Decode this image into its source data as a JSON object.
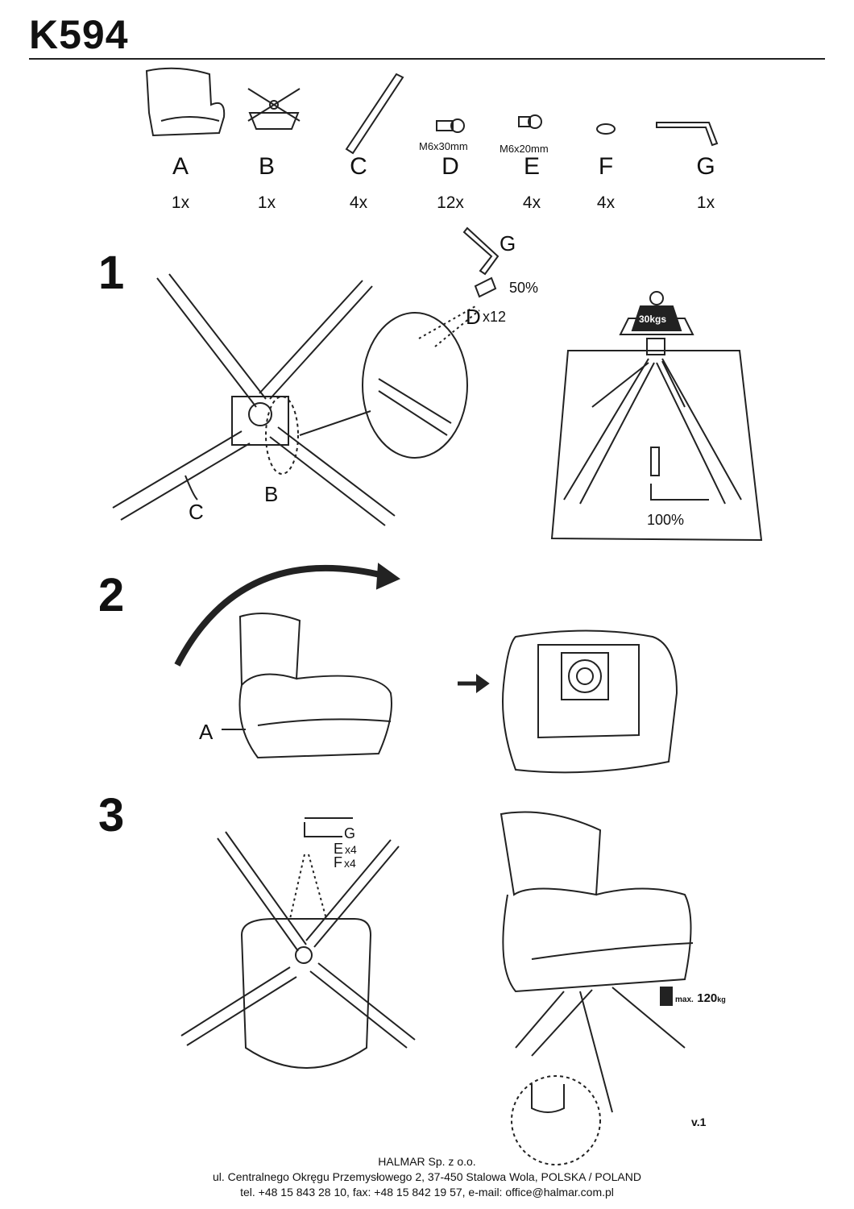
{
  "header": {
    "title": "K594"
  },
  "parts": [
    {
      "letter": "A",
      "count": "1x",
      "spec": ""
    },
    {
      "letter": "B",
      "count": "1x",
      "spec": ""
    },
    {
      "letter": "C",
      "count": "4x",
      "spec": ""
    },
    {
      "letter": "D",
      "count": "12x",
      "spec": "M6x30mm"
    },
    {
      "letter": "E",
      "count": "4x",
      "spec": "M6x20mm"
    },
    {
      "letter": "F",
      "count": "4x",
      "spec": ""
    },
    {
      "letter": "G",
      "count": "1x",
      "spec": ""
    }
  ],
  "step1": {
    "number": "1",
    "tool": "G",
    "tighten": "50%",
    "screw": "D",
    "screw_qty": "x12",
    "weight": "30kgs",
    "final_tighten": "100%",
    "leg_label": "C",
    "plate_label": "B"
  },
  "step2": {
    "number": "2",
    "seat_label": "A"
  },
  "step3": {
    "number": "3",
    "tool": "G",
    "screw": "E",
    "screw_qty": "x4",
    "washer": "F",
    "washer_qty": "x4",
    "max_label": "max.",
    "max_value": "120",
    "max_unit": "kg"
  },
  "version": "v.1",
  "footer": {
    "company": "HALMAR Sp. z o.o.",
    "address": "ul. Centralnego Okręgu Przemysłowego 2, 37-450 Stalowa Wola, POLSKA / POLAND",
    "contact": "tel. +48 15 843 28 10, fax: +48 15 842 19 57, e-mail: office@halmar.com.pl"
  }
}
